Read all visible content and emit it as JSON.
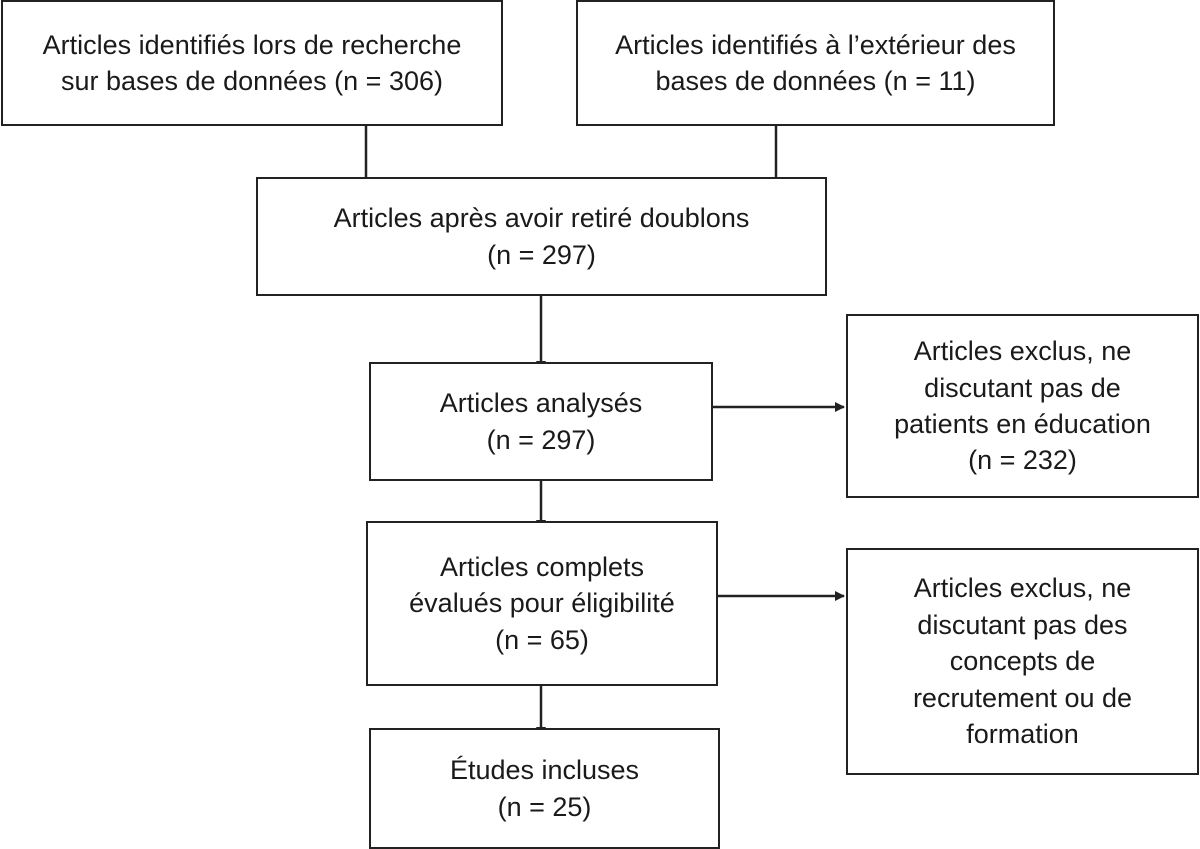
{
  "boxes": {
    "database": {
      "line1": "Articles identifiés lors de recherche",
      "line2": "sur bases de données (n = 306)"
    },
    "external": {
      "line1": "Articles identifiés à l’extérieur des",
      "line2": "bases de données (n = 11)"
    },
    "deduplicated": {
      "line1": "Articles après avoir retiré doublons",
      "line2": "(n = 297)"
    },
    "screened": {
      "line1": "Articles analysés",
      "line2": "(n = 297)"
    },
    "excluded_patients": {
      "line1": "Articles exclus, ne",
      "line2": "discutant pas de",
      "line3": "patients en éducation",
      "line4": "(n = 232)"
    },
    "full_text": {
      "line1": "Articles complets",
      "line2": "évalués pour éligibilité",
      "line3": "(n = 65)"
    },
    "excluded_concepts": {
      "line1": "Articles exclus, ne",
      "line2": "discutant pas des",
      "line3": "concepts de",
      "line4": "recrutement ou de",
      "line5": "formation"
    },
    "included": {
      "line1": "Études incluses",
      "line2": "(n = 25)"
    }
  },
  "style": {
    "border_color": "#222222",
    "arrow_color": "#222222",
    "text_color": "#1a1a1a"
  }
}
